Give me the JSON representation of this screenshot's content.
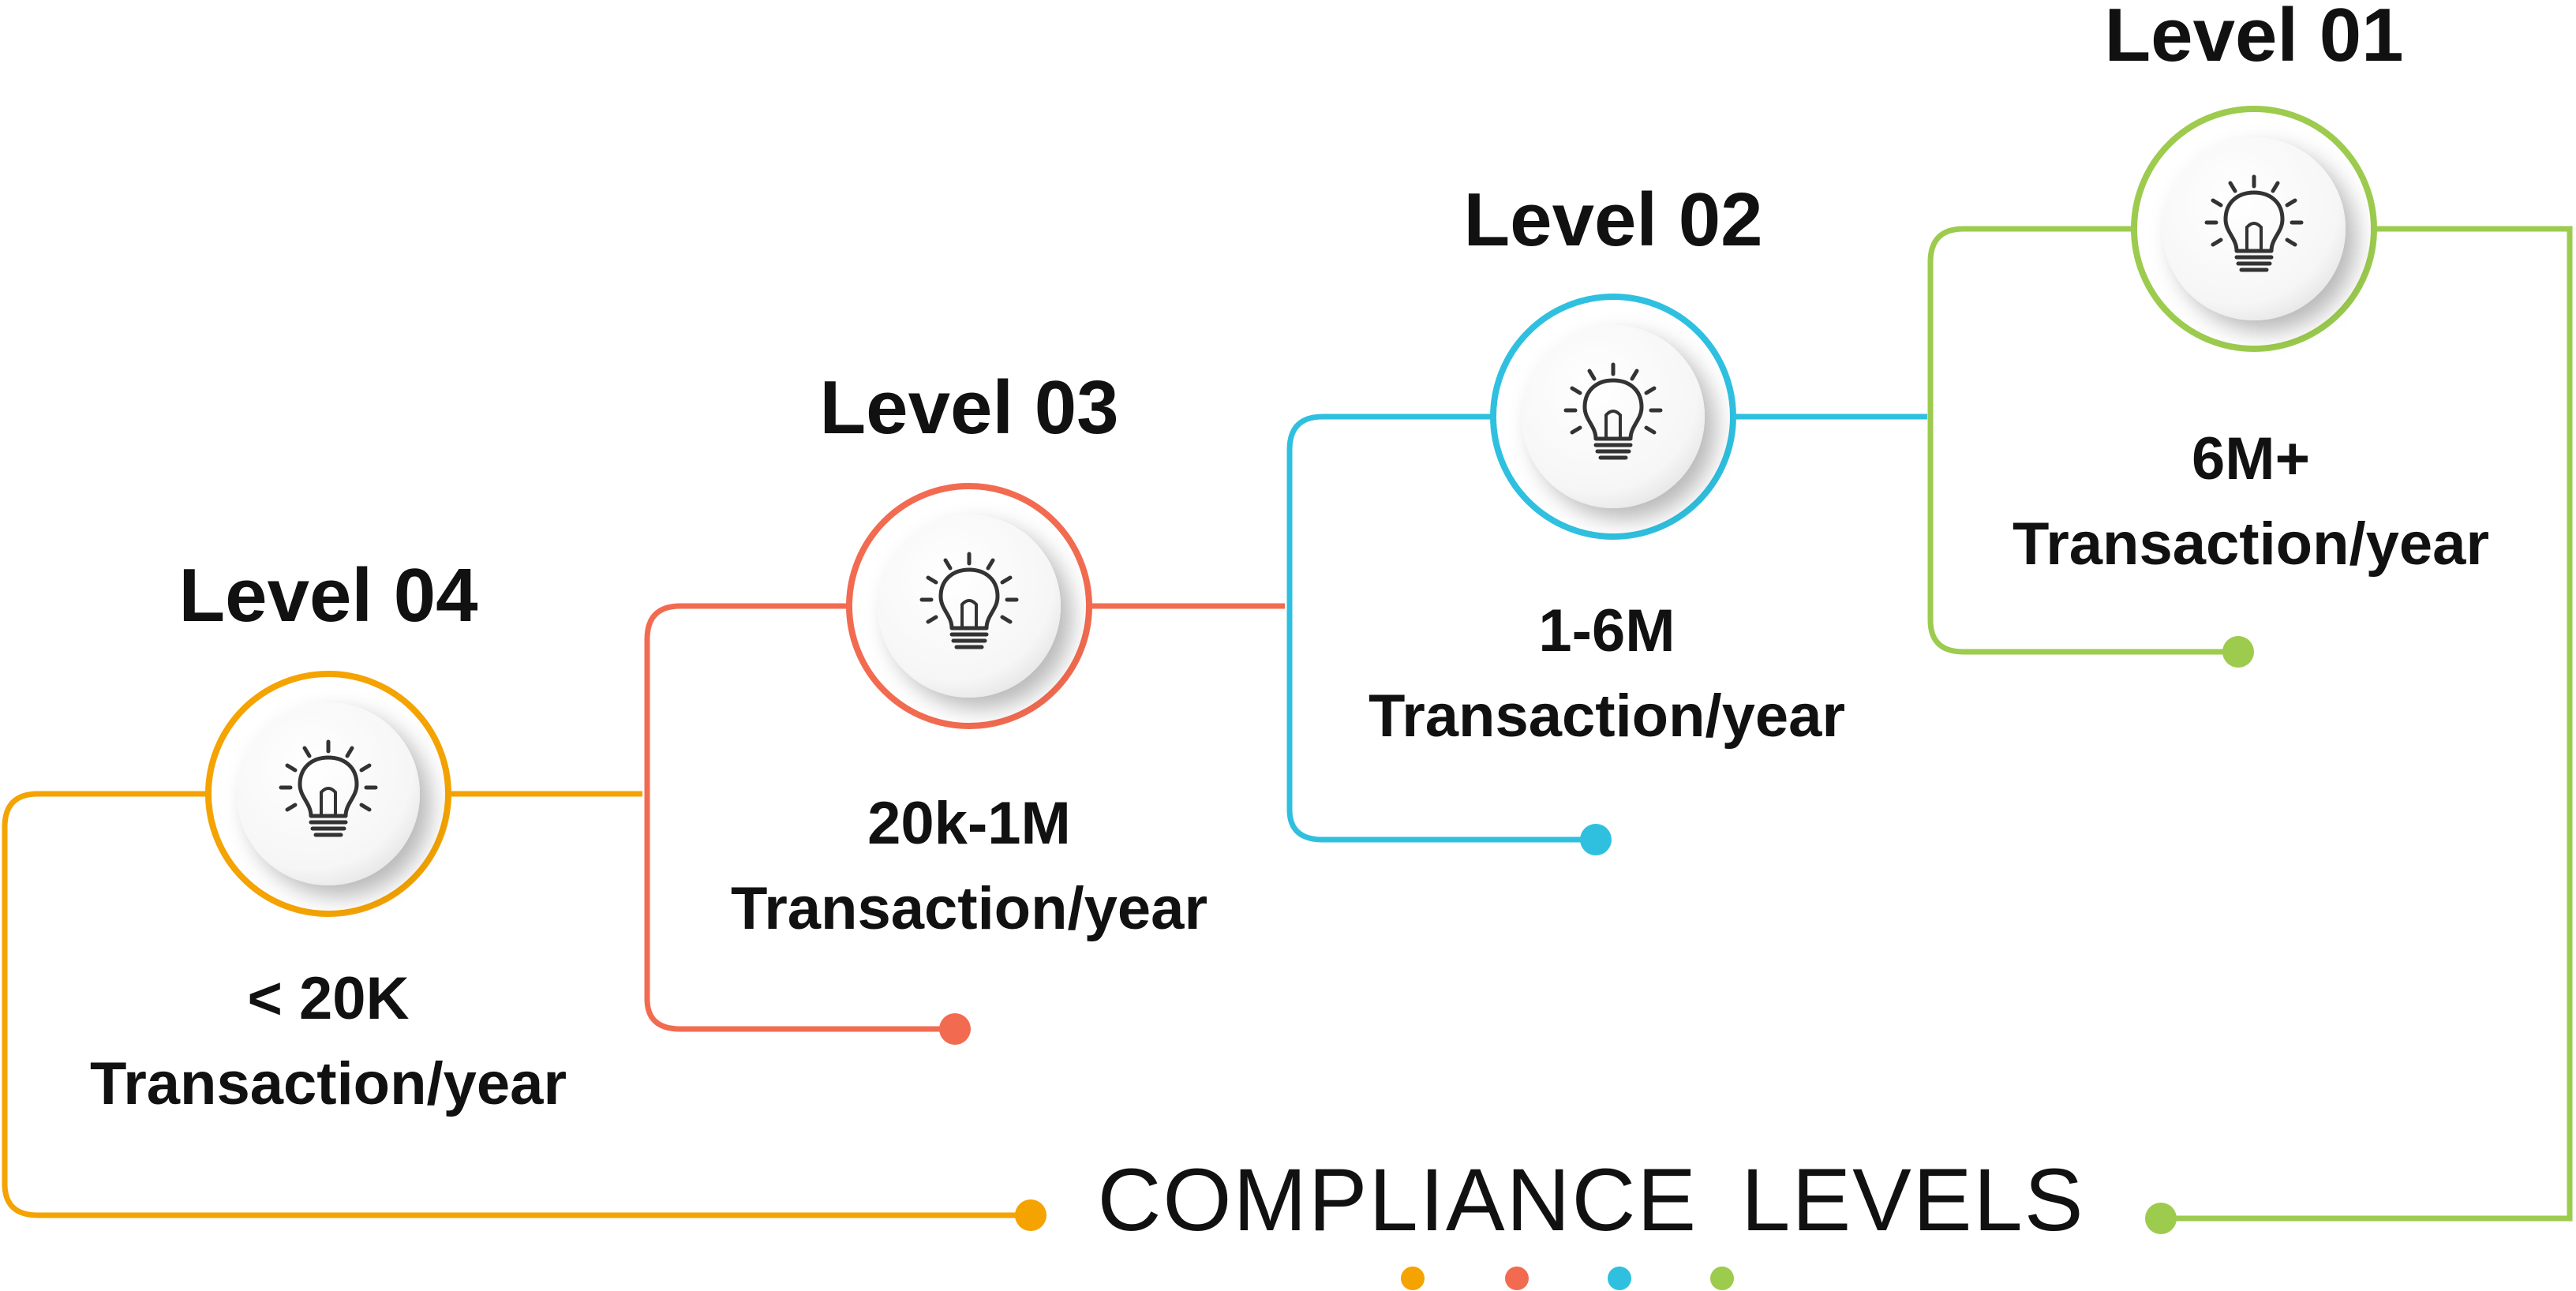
{
  "diagram": {
    "title": "COMPLIANCE LEVELS",
    "levels": [
      {
        "title": "Level 04",
        "value": "< 20K",
        "unit": "Transaction/year",
        "color": "#F4A300"
      },
      {
        "title": "Level 03",
        "value": "20k-1M",
        "unit": "Transaction/year",
        "color": "#F26B50"
      },
      {
        "title": "Level 02",
        "value": "1-6M",
        "unit": "Transaction/year",
        "color": "#2FC0E0"
      },
      {
        "title": "Level 01",
        "value": "6M+",
        "unit": "Transaction/year",
        "color": "#9CCB4E"
      }
    ],
    "icons": {
      "level": "lightbulb-icon"
    },
    "dot_colors": [
      "#F4A300",
      "#F26B50",
      "#2FC0E0",
      "#9CCB4E"
    ]
  }
}
